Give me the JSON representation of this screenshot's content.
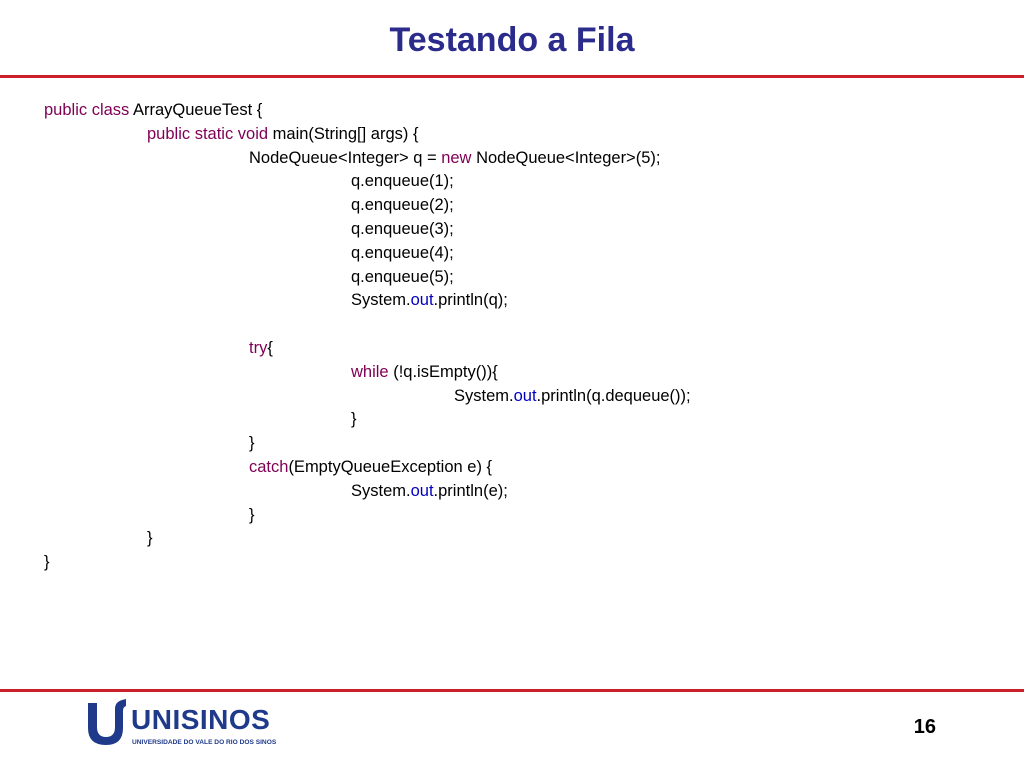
{
  "slide": {
    "title": "Testando a Fila",
    "page_number": "16"
  },
  "colors": {
    "title": "#2b2b8c",
    "rule": "#cc1f2a",
    "keyword": "#7f0055",
    "field": "#0000c0",
    "text": "#000000",
    "logo": "#1f3a8a"
  },
  "code_lines": [
    {
      "indent": 0,
      "tokens": [
        {
          "t": "public class ",
          "k": "keyword"
        },
        {
          "t": "ArrayQueueTest {",
          "k": "text"
        }
      ]
    },
    {
      "indent": 1,
      "tokens": [
        {
          "t": "public static void ",
          "k": "keyword"
        },
        {
          "t": "main(String[] args) {",
          "k": "text"
        }
      ]
    },
    {
      "indent": 2,
      "tokens": [
        {
          "t": "NodeQueue<Integer> q = ",
          "k": "text"
        },
        {
          "t": "new",
          "k": "keyword"
        },
        {
          "t": " NodeQueue<Integer>(5);",
          "k": "text"
        }
      ]
    },
    {
      "indent": 3,
      "tokens": [
        {
          "t": "q.enqueue(1);",
          "k": "text"
        }
      ]
    },
    {
      "indent": 3,
      "tokens": [
        {
          "t": "q.enqueue(2);",
          "k": "text"
        }
      ]
    },
    {
      "indent": 3,
      "tokens": [
        {
          "t": "q.enqueue(3);",
          "k": "text"
        }
      ]
    },
    {
      "indent": 3,
      "tokens": [
        {
          "t": "q.enqueue(4);",
          "k": "text"
        }
      ]
    },
    {
      "indent": 3,
      "tokens": [
        {
          "t": "q.enqueue(5);",
          "k": "text"
        }
      ]
    },
    {
      "indent": 3,
      "tokens": [
        {
          "t": "System.",
          "k": "text"
        },
        {
          "t": "out",
          "k": "field"
        },
        {
          "t": ".println(q);",
          "k": "text"
        }
      ]
    },
    {
      "indent": 0,
      "tokens": []
    },
    {
      "indent": 2,
      "tokens": [
        {
          "t": "try",
          "k": "keyword"
        },
        {
          "t": "{",
          "k": "text"
        }
      ]
    },
    {
      "indent": 3,
      "tokens": [
        {
          "t": "while",
          "k": "keyword"
        },
        {
          "t": " (!q.isEmpty()){",
          "k": "text"
        }
      ]
    },
    {
      "indent": 4,
      "tokens": [
        {
          "t": "System.",
          "k": "text"
        },
        {
          "t": "out",
          "k": "field"
        },
        {
          "t": ".println(q.dequeue());",
          "k": "text"
        }
      ]
    },
    {
      "indent": 3,
      "tokens": [
        {
          "t": "}",
          "k": "text"
        }
      ]
    },
    {
      "indent": 2,
      "tokens": [
        {
          "t": "}",
          "k": "text"
        }
      ]
    },
    {
      "indent": 2,
      "tokens": [
        {
          "t": "catch",
          "k": "keyword"
        },
        {
          "t": "(EmptyQueueException e) {",
          "k": "text"
        }
      ]
    },
    {
      "indent": 3,
      "tokens": [
        {
          "t": "System.",
          "k": "text"
        },
        {
          "t": "out",
          "k": "field"
        },
        {
          "t": ".println(e);",
          "k": "text"
        }
      ]
    },
    {
      "indent": 2,
      "tokens": [
        {
          "t": "}",
          "k": "text"
        }
      ]
    },
    {
      "indent": 1,
      "tokens": [
        {
          "t": "}",
          "k": "text"
        }
      ]
    },
    {
      "indent": 0,
      "tokens": [
        {
          "t": "}",
          "k": "text"
        }
      ]
    }
  ],
  "logo": {
    "wordmark": "UNISINOS",
    "tagline": "UNIVERSIDADE DO VALE DO RIO DOS SINOS"
  }
}
